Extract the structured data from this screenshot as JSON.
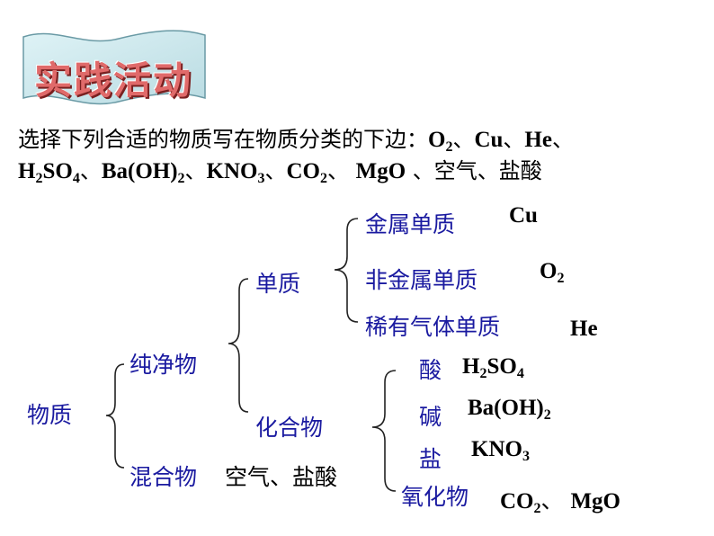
{
  "banner": {
    "title": "实践活动"
  },
  "intro": {
    "prefix": "选择下列合适的物质写在物质分类的下边：",
    "o2": "O",
    "o2_sub": "2",
    "sep1": "、",
    "cu": "Cu",
    "sep2": "、",
    "he": "He",
    "sep3": "、",
    "h2": "H",
    "h2_sub": "2",
    "so": "SO",
    "so_sub": "4",
    "sep4": "、",
    "baoh": "Ba(OH)",
    "baoh_sub": "2",
    "sep5": "、",
    "kno": "KNO",
    "kno_sub": "3",
    "sep6": "、",
    "co": "CO",
    "co_sub": "2",
    "sep7": "、 ",
    "mgo": "MgO",
    "tail": " 、空气、盐酸"
  },
  "tree": {
    "root": "物质",
    "pure": "纯净物",
    "mixture": "混合物",
    "mixture_answer": "空气、盐酸",
    "element": "单质",
    "compound": "化合物",
    "metal": "金属单质",
    "nonmetal": "非金属单质",
    "noble": "稀有气体单质",
    "acid": "酸",
    "base": "碱",
    "salt": "盐",
    "oxide": "氧化物"
  },
  "answers": {
    "metal": "Cu",
    "nonmetal": "O",
    "nonmetal_sub": "2",
    "noble": "He",
    "acid_a": "H",
    "acid_a_sub": "2",
    "acid_b": "SO",
    "acid_b_sub": "4",
    "base": "Ba(OH)",
    "base_sub": "2",
    "salt": "KNO",
    "salt_sub": "3",
    "oxide_a": "CO",
    "oxide_a_sub": "2",
    "oxide_sep": "、 ",
    "oxide_b": "MgO"
  }
}
